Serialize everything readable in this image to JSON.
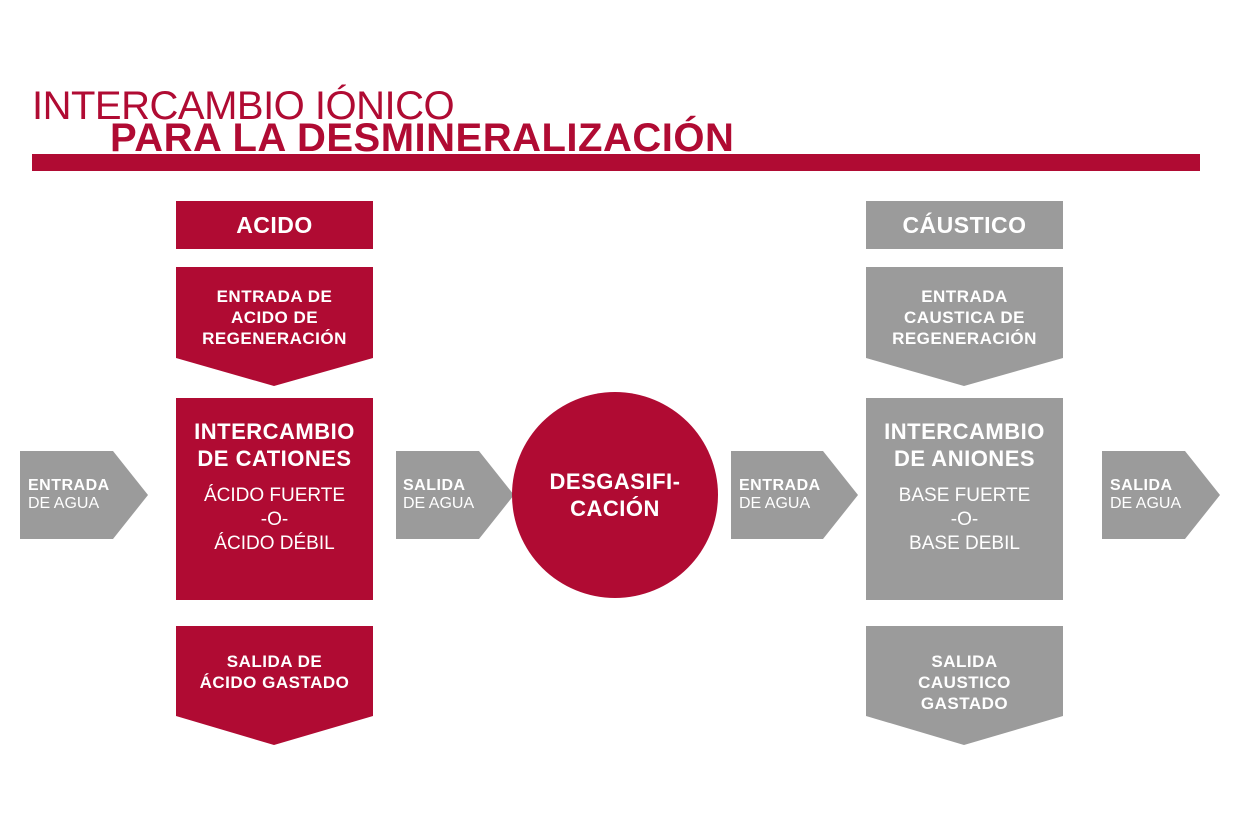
{
  "title": {
    "line1": "INTERCAMBIO IÓNICO",
    "line2": "PARA LA DESMINERALIZACIÓN"
  },
  "colors": {
    "accent": "#b00b33",
    "neutral": "#9b9b9b"
  },
  "cation_column": {
    "header": "ACIDO",
    "inlet": [
      "ENTRADA DE",
      "ACIDO DE",
      "REGENERACIÓN"
    ],
    "exchanger_title": [
      "INTERCAMBIO",
      "DE CATIONES"
    ],
    "exchanger_sub": [
      "ÁCIDO FUERTE",
      "-O-",
      "ÁCIDO DÉBIL"
    ],
    "outlet": [
      "SALIDA DE",
      "ÁCIDO GASTADO"
    ]
  },
  "anion_column": {
    "header": "CÁUSTICO",
    "inlet": [
      "ENTRADA",
      "CAUSTICA DE",
      "REGENERACIÓN"
    ],
    "exchanger_title": [
      "INTERCAMBIO",
      "DE ANIONES"
    ],
    "exchanger_sub": [
      "BASE FUERTE",
      "-O-",
      "BASE DEBIL"
    ],
    "outlet": [
      "SALIDA",
      "CAUSTICO",
      "GASTADO"
    ]
  },
  "degasifier": [
    "DESGASIFI-",
    "CACIÓN"
  ],
  "flow_arrows": {
    "water_in_1": {
      "bold": "ENTRADA",
      "normal": "DE AGUA"
    },
    "water_out_1": {
      "bold": "SALIDA",
      "normal": "DE AGUA"
    },
    "water_in_2": {
      "bold": "ENTRADA",
      "normal": "DE AGUA"
    },
    "water_out_2": {
      "bold": "SALIDA",
      "normal": "DE AGUA"
    }
  }
}
